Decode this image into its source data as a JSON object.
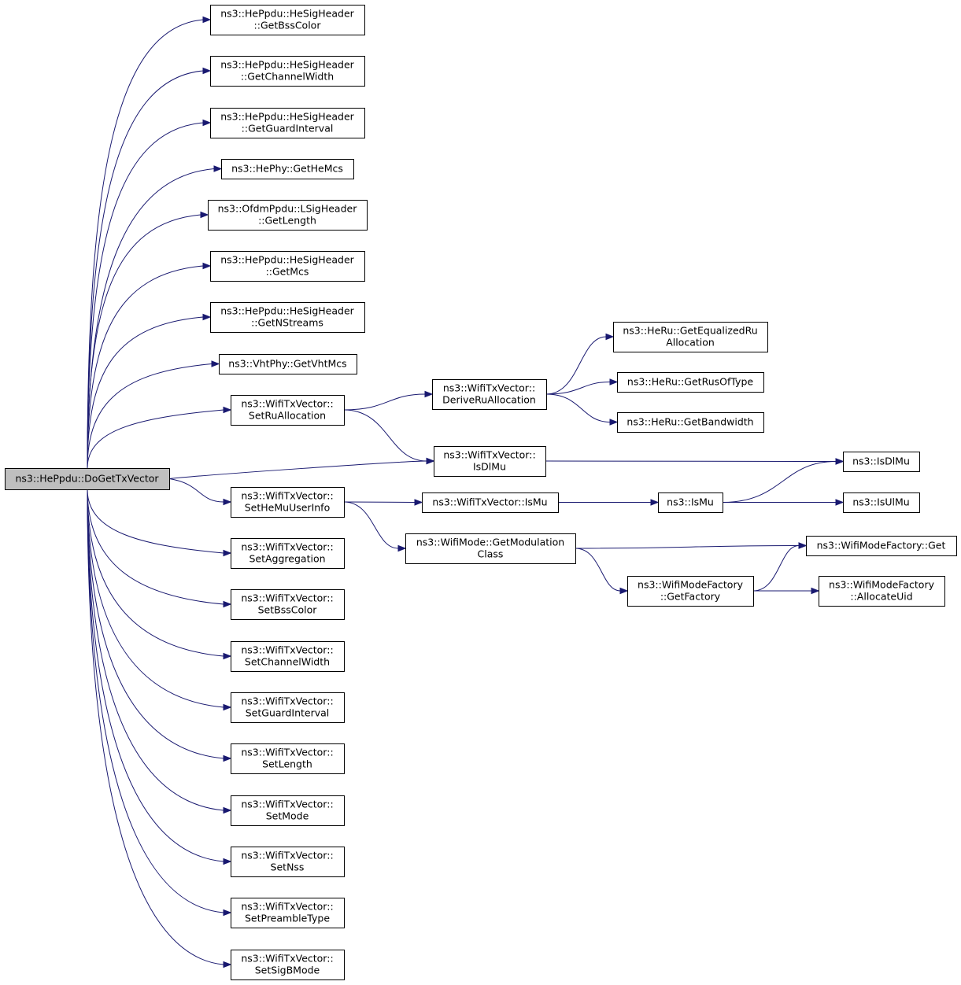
{
  "graph": {
    "nodes": [
      {
        "id": "root",
        "lines": [
          "ns3::HePpdu::DoGetTxVector"
        ],
        "highlight": true
      },
      {
        "id": "n1",
        "lines": [
          "ns3::HePpdu::HeSigHeader",
          "::GetBssColor"
        ]
      },
      {
        "id": "n2",
        "lines": [
          "ns3::HePpdu::HeSigHeader",
          "::GetChannelWidth"
        ]
      },
      {
        "id": "n3",
        "lines": [
          "ns3::HePpdu::HeSigHeader",
          "::GetGuardInterval"
        ]
      },
      {
        "id": "n4",
        "lines": [
          "ns3::HePhy::GetHeMcs"
        ]
      },
      {
        "id": "n5",
        "lines": [
          "ns3::OfdmPpdu::LSigHeader",
          "::GetLength"
        ]
      },
      {
        "id": "n6",
        "lines": [
          "ns3::HePpdu::HeSigHeader",
          "::GetMcs"
        ]
      },
      {
        "id": "n7",
        "lines": [
          "ns3::HePpdu::HeSigHeader",
          "::GetNStreams"
        ]
      },
      {
        "id": "n8",
        "lines": [
          "ns3::VhtPhy::GetVhtMcs"
        ]
      },
      {
        "id": "n9",
        "lines": [
          "ns3::WifiTxVector::",
          "SetRuAllocation"
        ]
      },
      {
        "id": "n10",
        "lines": [
          "ns3::WifiTxVector::",
          "IsDlMu"
        ]
      },
      {
        "id": "n11",
        "lines": [
          "ns3::WifiTxVector::",
          "SetHeMuUserInfo"
        ]
      },
      {
        "id": "n12",
        "lines": [
          "ns3::WifiTxVector::",
          "SetAggregation"
        ]
      },
      {
        "id": "n13",
        "lines": [
          "ns3::WifiTxVector::",
          "SetBssColor"
        ]
      },
      {
        "id": "n14",
        "lines": [
          "ns3::WifiTxVector::",
          "SetChannelWidth"
        ]
      },
      {
        "id": "n15",
        "lines": [
          "ns3::WifiTxVector::",
          "SetGuardInterval"
        ]
      },
      {
        "id": "n16",
        "lines": [
          "ns3::WifiTxVector::",
          "SetLength"
        ]
      },
      {
        "id": "n17",
        "lines": [
          "ns3::WifiTxVector::",
          "SetMode"
        ]
      },
      {
        "id": "n18",
        "lines": [
          "ns3::WifiTxVector::",
          "SetNss"
        ]
      },
      {
        "id": "n19",
        "lines": [
          "ns3::WifiTxVector::",
          "SetPreambleType"
        ]
      },
      {
        "id": "n20",
        "lines": [
          "ns3::WifiTxVector::",
          "SetSigBMode"
        ]
      },
      {
        "id": "n21",
        "lines": [
          "ns3::WifiTxVector::",
          "DeriveRuAllocation"
        ]
      },
      {
        "id": "n22",
        "lines": [
          "ns3::HeRu::GetEqualizedRu",
          "Allocation"
        ]
      },
      {
        "id": "n23",
        "lines": [
          "ns3::HeRu::GetRusOfType"
        ]
      },
      {
        "id": "n24",
        "lines": [
          "ns3::HeRu::GetBandwidth"
        ]
      },
      {
        "id": "n25",
        "lines": [
          "ns3::IsDlMu"
        ]
      },
      {
        "id": "n26",
        "lines": [
          "ns3::WifiTxVector::IsMu"
        ]
      },
      {
        "id": "n27",
        "lines": [
          "ns3::IsMu"
        ]
      },
      {
        "id": "n28",
        "lines": [
          "ns3::IsUlMu"
        ]
      },
      {
        "id": "n29",
        "lines": [
          "ns3::WifiMode::GetModulation",
          "Class"
        ]
      },
      {
        "id": "n30",
        "lines": [
          "ns3::WifiModeFactory::Get"
        ]
      },
      {
        "id": "n31",
        "lines": [
          "ns3::WifiModeFactory",
          "::GetFactory"
        ]
      },
      {
        "id": "n32",
        "lines": [
          "ns3::WifiModeFactory",
          "::AllocateUid"
        ]
      }
    ],
    "edges": [
      [
        "root",
        "n1"
      ],
      [
        "root",
        "n2"
      ],
      [
        "root",
        "n3"
      ],
      [
        "root",
        "n4"
      ],
      [
        "root",
        "n5"
      ],
      [
        "root",
        "n6"
      ],
      [
        "root",
        "n7"
      ],
      [
        "root",
        "n8"
      ],
      [
        "root",
        "n9"
      ],
      [
        "root",
        "n10"
      ],
      [
        "root",
        "n11"
      ],
      [
        "root",
        "n12"
      ],
      [
        "root",
        "n13"
      ],
      [
        "root",
        "n14"
      ],
      [
        "root",
        "n15"
      ],
      [
        "root",
        "n16"
      ],
      [
        "root",
        "n17"
      ],
      [
        "root",
        "n18"
      ],
      [
        "root",
        "n19"
      ],
      [
        "root",
        "n20"
      ],
      [
        "n9",
        "n21"
      ],
      [
        "n9",
        "n10"
      ],
      [
        "n21",
        "n22"
      ],
      [
        "n21",
        "n23"
      ],
      [
        "n21",
        "n24"
      ],
      [
        "n10",
        "n25"
      ],
      [
        "n11",
        "n26"
      ],
      [
        "n11",
        "n29"
      ],
      [
        "n26",
        "n27"
      ],
      [
        "n27",
        "n25"
      ],
      [
        "n27",
        "n28"
      ],
      [
        "n29",
        "n30"
      ],
      [
        "n29",
        "n31"
      ],
      [
        "n31",
        "n30"
      ],
      [
        "n31",
        "n32"
      ]
    ]
  }
}
